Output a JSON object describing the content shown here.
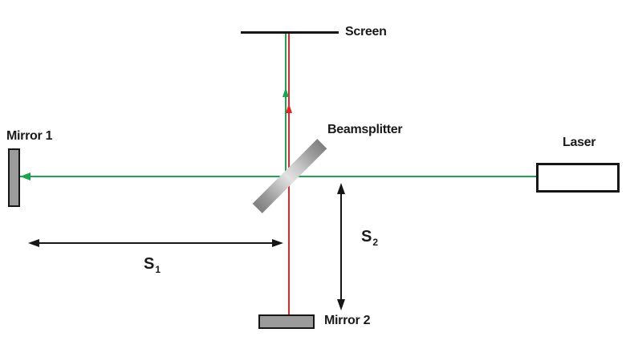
{
  "labels": {
    "screen": "Screen",
    "mirror1": "Mirror 1",
    "beamsplitter": "Beamsplitter",
    "laser": "Laser",
    "mirror2": "Mirror 2",
    "s1": {
      "base": "S",
      "sub": "1"
    },
    "s2": {
      "base": "S",
      "sub": "2"
    }
  },
  "colors": {
    "beam_green": "#1ea351",
    "beam_red": "#e3242a",
    "mirror_fill": "#9b9b9b",
    "splitter_dark": "#7f7f7f",
    "splitter_light": "#e2e2e2",
    "line_black": "#161616"
  }
}
